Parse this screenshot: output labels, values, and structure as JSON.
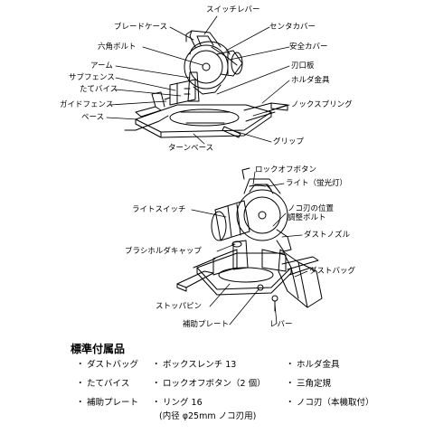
{
  "upper_labels": {
    "switch_lever": "スイッチレバー",
    "blade_case": "ブレードケース",
    "center_cover": "センタカバー",
    "hex_bolt": "六角ボルト",
    "safety_cover": "安全カバー",
    "arm": "アーム",
    "blade_plate": "刃口板",
    "sub_fence": "サブフェンス",
    "holder_bracket": "ホルダ金具",
    "vertical_vise": "たてバイス",
    "guide_fence": "ガイドフェンス",
    "knock_spring": "ノックスプリング",
    "base": "ベース",
    "grip": "グリップ",
    "turn_base": "ターンベース"
  },
  "lower_labels": {
    "lock_off_button": "ロックオフボタン",
    "light": "ライト（蛍光灯）",
    "light_switch": "ライトスイッチ",
    "blade_position_bolt": "ノコ刃の位置\n調整ボルト",
    "dust_nozzle": "ダストノズル",
    "brush_holder_cap": "ブラシホルダキャップ",
    "dust_bag": "ダストバッグ",
    "stopper_pin": "ストッパピン",
    "aux_plate": "補助プレート",
    "lever": "レバー"
  },
  "accessories": {
    "title": "標準付属品",
    "bullet": "・",
    "items": [
      "ダストバッグ",
      "ボックスレンチ 13",
      "ホルダ金具",
      "たてバイス",
      "ロックオフボタン（2 個）",
      "三角定規",
      "補助プレート",
      "リング 16",
      "ノコ刃（本機取付）"
    ],
    "ring_note": "(内径 φ25mm ノコ刃用)"
  }
}
